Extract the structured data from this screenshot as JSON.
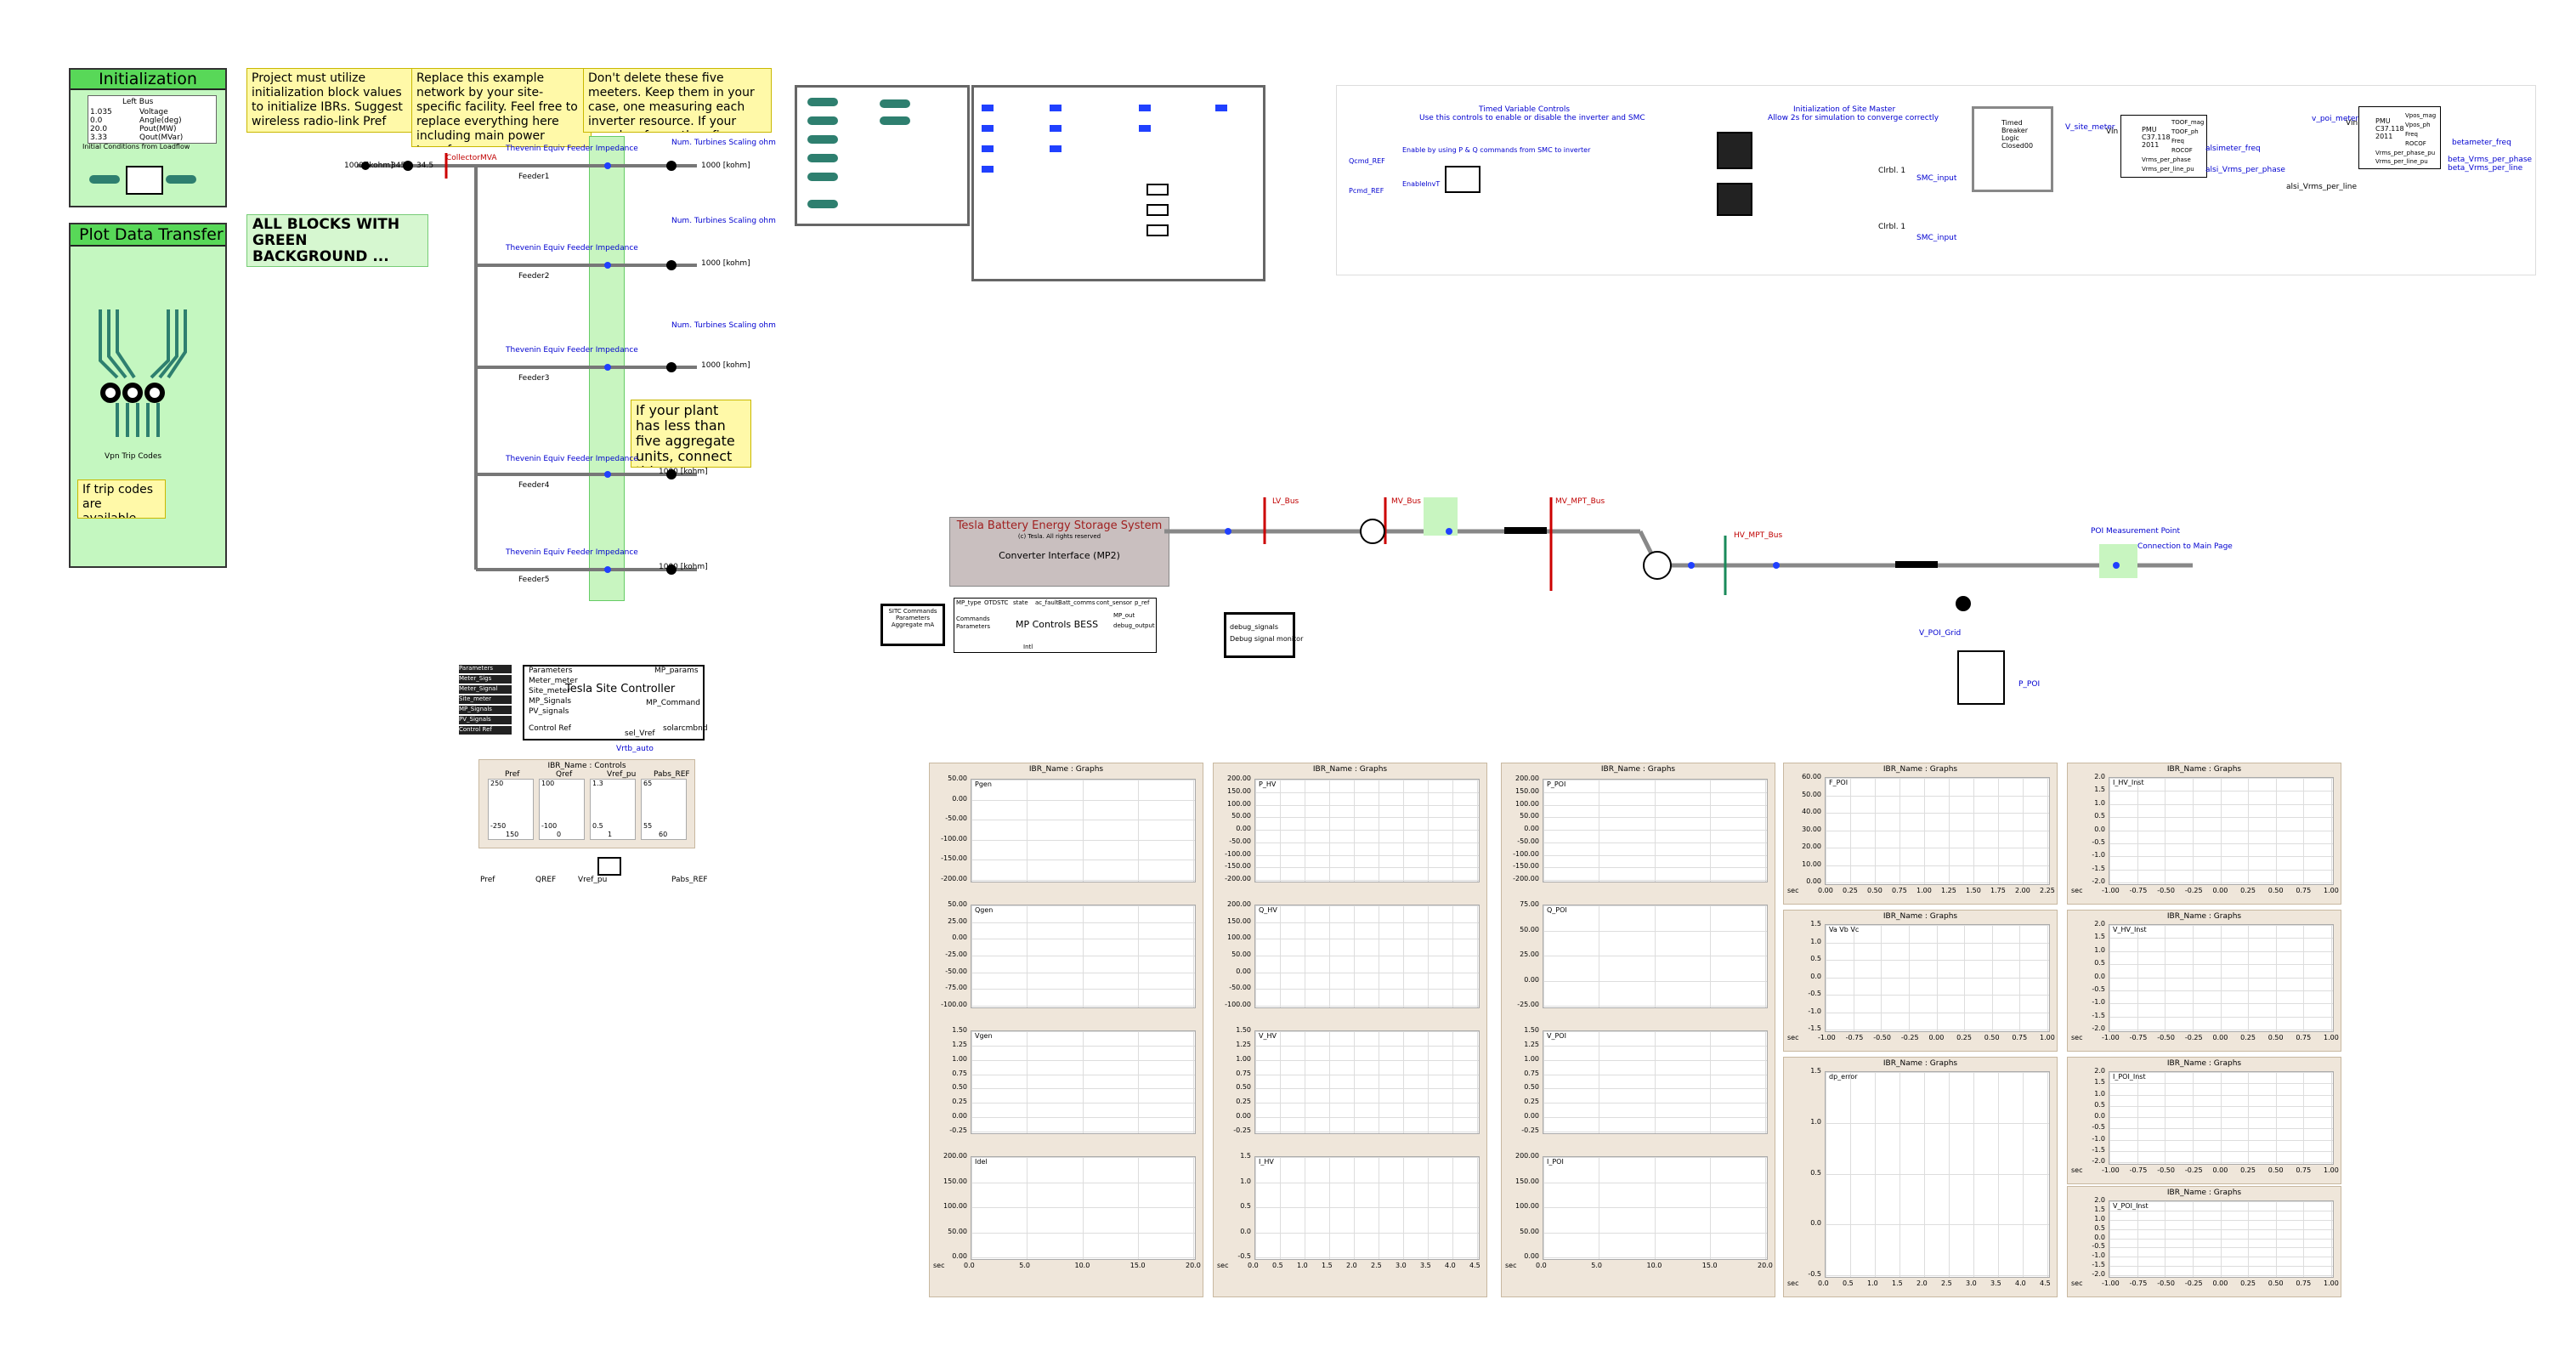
{
  "initialization": {
    "title": "Initialization",
    "left_bus": "Left Bus",
    "rows": [
      {
        "value": "1.035",
        "name": "Voltage"
      },
      {
        "value": "0.0",
        "name": "Angle(deg)"
      },
      {
        "value": "20.0",
        "name": "Pout(MW)"
      },
      {
        "value": "3.33",
        "name": "Qout(MVar)"
      }
    ],
    "footer": "Initial Conditions from Loadflow"
  },
  "plot_transfer": {
    "title": "Plot Data Transfer to",
    "note": "If trip codes are available, please",
    "trip_label": "Vpn Trip Codes"
  },
  "notes": {
    "project": "Project must utilize initialization block values to initialize IBRs.  Suggest wireless radio-link Pref",
    "replace": "Replace this example network by your site-specific facility. Feel free to replace everything here including main power transformer.",
    "dont_delete": "Don't delete these five meeters. Keep them in your case, one measuring each inverter resource. If your case has fewer than five",
    "green": "ALL BLOCKS WITH GREEN BACKGROUND ...",
    "fewer_units": "If your plant has less than five aggregate units, connect this."
  },
  "feeder_net": {
    "collector_label": "CollectorMVA",
    "bus_labels": [
      "1000 [kohm]",
      "345.0",
      "34.5"
    ],
    "feeders": [
      {
        "name": "Feeder1",
        "thevenin": "Thevenin Equiv Feeder Impedance",
        "turbines": "Num. Turbines Scaling ohm",
        "load": "1000 [kohm]"
      },
      {
        "name": "Feeder2",
        "thevenin": "Thevenin Equiv Feeder Impedance",
        "turbines": "Num. Turbines Scaling ohm",
        "load": "1000 [kohm]"
      },
      {
        "name": "Feeder3",
        "thevenin": "Thevenin Equiv Feeder Impedance",
        "turbines": "Num. Turbines Scaling ohm",
        "load": "1000 [kohm]"
      },
      {
        "name": "Feeder4",
        "thevenin": "Thevenin Equiv Feeder Impedance",
        "turbines": "",
        "load": "1000 [kohm]"
      },
      {
        "name": "Feeder5",
        "thevenin": "Thevenin Equiv Feeder Impedance",
        "turbines": "",
        "load": "1000 [kohm]"
      }
    ]
  },
  "site_controller": {
    "title": "Tesla Site Controller",
    "inputs": [
      "Parameters",
      "Meter_Sigs",
      "Meter_Signal",
      "Site_meter",
      "MP_Signals",
      "PV_Signals"
    ],
    "ports": [
      "Parameters",
      "Meter_meter",
      "Site_meter",
      "MP_Signals",
      "PV_signals",
      "Control Ref"
    ],
    "outputs": [
      "MP_params",
      "MP_Command",
      "sel_Vref",
      "solarcmbnd"
    ],
    "control_ref": "Control Ref",
    "bottom": "Vrtb_auto"
  },
  "controls_panel": {
    "title": "IBR_Name : Controls",
    "sliders": [
      {
        "name": "Pref",
        "top": "250",
        "bottom": "-250",
        "value": "150"
      },
      {
        "name": "Qref",
        "top": "100",
        "bottom": "-100",
        "value": "0"
      },
      {
        "name": "Vref_pu",
        "top": "1.3",
        "bottom": "0.5",
        "value": "1"
      },
      {
        "name": "Pabs_REF",
        "top": "65",
        "bottom": "55",
        "value": "60"
      }
    ],
    "bottom_labels": [
      "Pref",
      "QREF",
      "Vref_pu",
      "Pabs_REF"
    ]
  },
  "bess": {
    "title": "Tesla Battery Energy Storage System",
    "copyright": "(c) Tesla. All rights reserved",
    "converter": "Converter Interface (MP2)",
    "controls": "MP Controls BESS",
    "ports": [
      "MP_type",
      "OTDSTC",
      "state",
      "ac_fault",
      "Batt_comms",
      "cont_sensor",
      "p_ref"
    ],
    "left_in": [
      "Commands",
      "Parameters"
    ],
    "site_cmd": "SITC Commands Parameters Aggregate mA",
    "right_out": [
      "MP_out",
      "debug_output"
    ],
    "debug": "debug_signals",
    "debug2": "Debug signal monitor",
    "bottom": "Intl"
  },
  "top_right": {
    "timed_title": "Timed Variable Controls",
    "timed_sub": "Use this controls to enable or disable the inverter and SMC",
    "init_title": "Initialization of Site Master",
    "init_sub": "Allow 2s for simulation to converge correctly",
    "enable_note": "Enable by using P & Q commands from SMC to inverter",
    "enable_label": "EnableInvT",
    "qcmd": "Qcmd_REF",
    "pcmd": "Pcmd_REF",
    "timed_break": "Timed Breaker Logic Closed00",
    "clrbl1": "Clrbl. 1",
    "clrbl2": "Clrbl. 1",
    "smc_in": "SMC_input",
    "smc_out": "SMC_input",
    "site_meter": "V_site_meter",
    "pmu1": {
      "name": "PMU C37.118 2011",
      "left": "Vin",
      "outs": [
        "TOOF_mag",
        "TOOF_ph",
        "Freq",
        "ROCOF",
        "Vrms_per_phase",
        "Vrms_per_line_pu"
      ]
    },
    "pmu2": {
      "name": "PMU C37.118 2011",
      "left": "Vin",
      "outs": [
        "Vpos_mag",
        "Vpos_ph",
        "Freq",
        "ROCOF",
        "Vrms_per_phase_pu",
        "Vrms_per_line_pu"
      ]
    },
    "sig_freq": "alsimeter_freq",
    "sig_vrms": "alsi_Vrms_per_phase",
    "sig_vrms2": "alsi_Vrms_per_line",
    "poi_meter": "v_poi_meter",
    "poi_freq": "betameter_freq",
    "poi_vrms": "beta_Vrms_per_phase",
    "poi_vrms2": "beta_Vrms_per_line"
  },
  "single_line": {
    "buses": [
      "LV_Bus",
      "MV_Bus",
      "MV_MPT_Bus",
      "HV_MPT_Bus"
    ],
    "poi_label": "POI Measurement Point",
    "connection_label": "Connection to Main Page",
    "v_poi_grid": "V_POI_Grid",
    "p_poi": "P_POI"
  },
  "graphs": {
    "x_ticks_a": [
      "0.0",
      "5.0",
      "10.0",
      "15.0",
      "20.0"
    ],
    "x_ticks_b": [
      "0.0",
      "0.5",
      "1.0",
      "1.5",
      "2.0",
      "2.5",
      "3.0",
      "3.5",
      "4.0",
      "4.5"
    ],
    "x_ticks_c": [
      "-1.00",
      "-0.75",
      "-0.50",
      "-0.25",
      "0.00",
      "0.25",
      "0.50",
      "0.75",
      "1.00"
    ],
    "x_ticks_d": [
      "0.00",
      "0.25",
      "0.50",
      "0.75",
      "1.00",
      "1.25",
      "1.50",
      "1.75",
      "2.00",
      "2.25"
    ],
    "sec": "sec",
    "panels": [
      {
        "title": "IBR_Name : Graphs",
        "xticks": "x_ticks_a",
        "plots": [
          {
            "signal": "Pgen",
            "ticks": [
              "50.00",
              "0.00",
              "-50.00",
              "-100.00",
              "-150.00",
              "-200.00"
            ]
          },
          {
            "signal": "Qgen",
            "ticks": [
              "50.00",
              "25.00",
              "0.00",
              "-25.00",
              "-50.00",
              "-75.00",
              "-100.00"
            ]
          },
          {
            "signal": "Vgen",
            "ticks": [
              "1.50",
              "1.25",
              "1.00",
              "0.75",
              "0.50",
              "0.25",
              "0.00",
              "-0.25"
            ]
          },
          {
            "signal": "Idel",
            "ticks": [
              "200.00",
              "150.00",
              "100.00",
              "50.00",
              "0.00"
            ]
          }
        ]
      },
      {
        "title": "IBR_Name : Graphs",
        "xticks": "x_ticks_b",
        "plots": [
          {
            "signal": "P_HV",
            "ticks": [
              "200.00",
              "150.00",
              "100.00",
              "50.00",
              "0.00",
              "-50.00",
              "-100.00",
              "-150.00",
              "-200.00"
            ]
          },
          {
            "signal": "Q_HV",
            "ticks": [
              "200.00",
              "150.00",
              "100.00",
              "50.00",
              "0.00",
              "-50.00",
              "-100.00"
            ]
          },
          {
            "signal": "V_HV",
            "ticks": [
              "1.50",
              "1.25",
              "1.00",
              "0.75",
              "0.50",
              "0.25",
              "0.00",
              "-0.25"
            ]
          },
          {
            "signal": "I_HV",
            "ticks": [
              "1.5",
              "1.0",
              "0.5",
              "0.0",
              "-0.5"
            ]
          }
        ]
      },
      {
        "title": "IBR_Name : Graphs",
        "xticks": "x_ticks_a",
        "plots": [
          {
            "signal": "P_POI",
            "ticks": [
              "200.00",
              "150.00",
              "100.00",
              "50.00",
              "0.00",
              "-50.00",
              "-100.00",
              "-150.00",
              "-200.00"
            ]
          },
          {
            "signal": "Q_POI",
            "ticks": [
              "75.00",
              "50.00",
              "25.00",
              "0.00",
              "-25.00"
            ]
          },
          {
            "signal": "V_POI",
            "ticks": [
              "1.50",
              "1.25",
              "1.00",
              "0.75",
              "0.50",
              "0.25",
              "0.00",
              "-0.25"
            ]
          },
          {
            "signal": "I_POI",
            "ticks": [
              "200.00",
              "150.00",
              "100.00",
              "50.00",
              "0.00"
            ]
          }
        ]
      }
    ],
    "small_panels": [
      {
        "title": "IBR_Name : Graphs",
        "signal": "F_POI",
        "ticks": [
          "60.00",
          "50.00",
          "40.00",
          "30.00",
          "20.00",
          "10.00",
          "0.00"
        ],
        "xticks": "x_ticks_d"
      },
      {
        "title": "IBR_Name : Graphs",
        "signal": "I_HV_Inst",
        "ticks": [
          "2.0",
          "1.5",
          "1.0",
          "0.5",
          "0.0",
          "-0.5",
          "-1.0",
          "-1.5",
          "-2.0"
        ],
        "xticks": "x_ticks_c"
      },
      {
        "title": "IBR_Name : Graphs",
        "signal": "Va  Vb  Vc",
        "ticks": [
          "1.5",
          "1.0",
          "0.5",
          "0.0",
          "-0.5",
          "-1.0",
          "-1.5"
        ],
        "xticks": "x_ticks_c"
      },
      {
        "title": "IBR_Name : Graphs",
        "signal": "V_HV_Inst",
        "ticks": [
          "2.0",
          "1.5",
          "1.0",
          "0.5",
          "0.0",
          "-0.5",
          "-1.0",
          "-1.5",
          "-2.0"
        ],
        "xticks": "x_ticks_c"
      },
      {
        "title": "IBR_Name : Graphs",
        "signal": "dp_error",
        "ticks": [
          "1.5",
          "1.0",
          "0.5",
          "0.0",
          "-0.5"
        ],
        "xticks": "x_ticks_b"
      },
      {
        "title": "IBR_Name : Graphs",
        "signal": "I_POI_Inst",
        "ticks": [
          "2.0",
          "1.5",
          "1.0",
          "0.5",
          "0.0",
          "-0.5",
          "-1.0",
          "-1.5",
          "-2.0"
        ],
        "xticks": "x_ticks_c"
      },
      {
        "title": "IBR_Name : Graphs",
        "signal": "V_POI_Inst",
        "ticks": [
          "2.0",
          "1.5",
          "1.0",
          "0.5",
          "0.0",
          "-0.5",
          "-1.0",
          "-1.5",
          "-2.0"
        ],
        "xticks": "x_ticks_c"
      }
    ]
  }
}
